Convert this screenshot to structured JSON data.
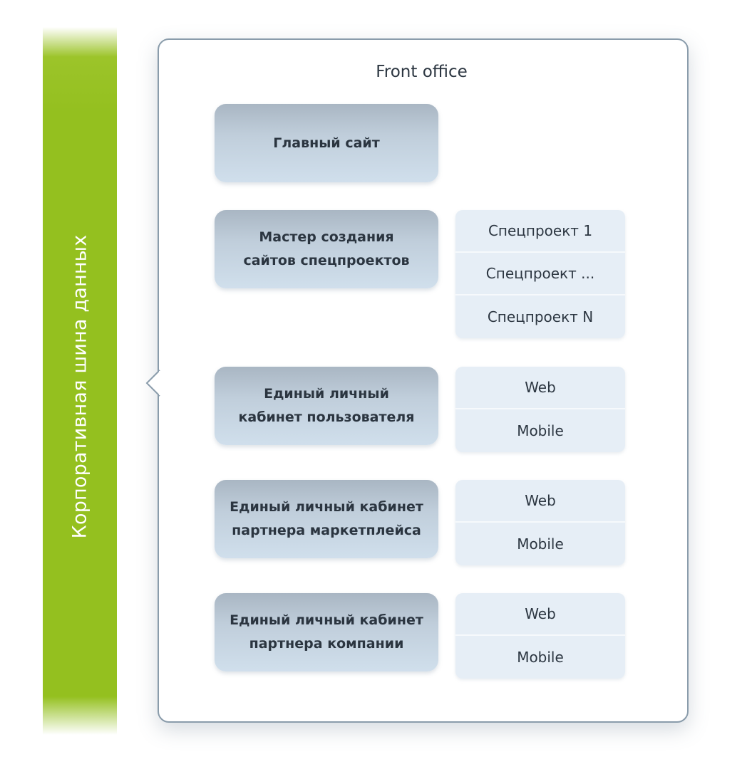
{
  "bus": {
    "label": "Корпоративная шина данных",
    "color": "#94c01f"
  },
  "panel": {
    "title": "Front office"
  },
  "modules": [
    {
      "label": "Главный сайт",
      "items": []
    },
    {
      "label": "Мастер создания\nсайтов спецпроектов",
      "items": [
        "Спецпроект 1",
        "Спецпроект ...",
        "Спецпроект N"
      ]
    },
    {
      "label": "Единый личный\nкабинет пользователя",
      "items": [
        "Web",
        "Mobile"
      ]
    },
    {
      "label": "Единый личный кабинет\nпартнера маркетплейса",
      "items": [
        "Web",
        "Mobile"
      ]
    },
    {
      "label": "Единый личный кабинет\nпартнера компании",
      "items": [
        "Web",
        "Mobile"
      ]
    }
  ]
}
